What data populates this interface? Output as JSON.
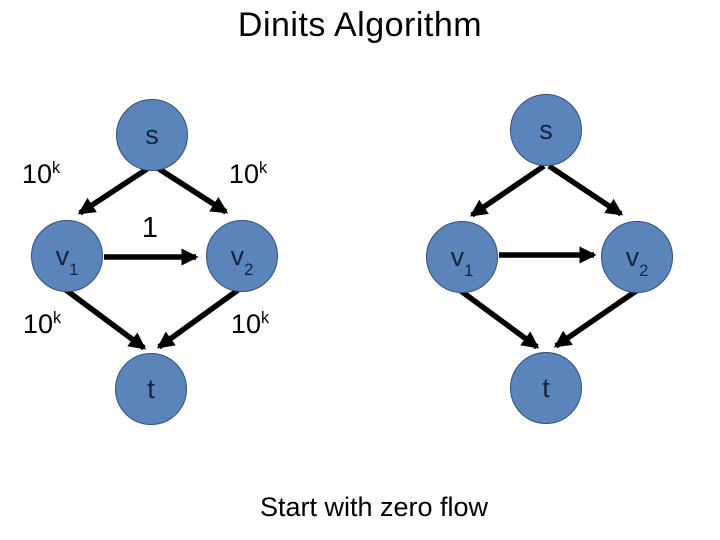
{
  "slide": {
    "title": "Dinits Algorithm",
    "caption": "Start with zero flow"
  },
  "colors": {
    "background": "#FFFFFF",
    "title_text": "#000000",
    "label": "#000000",
    "edge": "#000000",
    "node_fill": "#5B84BA",
    "node_border": "#31507D",
    "node_text": "#16233C"
  },
  "graphs": {
    "left": {
      "name": "graph-with-capacities",
      "nodes": {
        "s": {
          "label": "s"
        },
        "v1": {
          "label": "v",
          "sub": "1"
        },
        "v2": {
          "label": "v",
          "sub": "2"
        },
        "t": {
          "label": "t"
        }
      },
      "edges": [
        {
          "from": "s",
          "to": "v1",
          "capacity_base": "10",
          "capacity_sup": "k"
        },
        {
          "from": "s",
          "to": "v2",
          "capacity_base": "10",
          "capacity_sup": "k"
        },
        {
          "from": "v1",
          "to": "v2",
          "capacity_base": "1",
          "capacity_sup": ""
        },
        {
          "from": "v1",
          "to": "t",
          "capacity_base": "10",
          "capacity_sup": "k"
        },
        {
          "from": "v2",
          "to": "t",
          "capacity_base": "10",
          "capacity_sup": "k"
        }
      ]
    },
    "right": {
      "name": "graph-zero-flow",
      "nodes": {
        "s": {
          "label": "s"
        },
        "v1": {
          "label": "v",
          "sub": "1"
        },
        "v2": {
          "label": "v",
          "sub": "2"
        },
        "t": {
          "label": "t"
        }
      },
      "edges": [
        {
          "from": "s",
          "to": "v1"
        },
        {
          "from": "s",
          "to": "v2"
        },
        {
          "from": "v1",
          "to": "v2"
        },
        {
          "from": "v1",
          "to": "t"
        },
        {
          "from": "v2",
          "to": "t"
        }
      ]
    }
  }
}
